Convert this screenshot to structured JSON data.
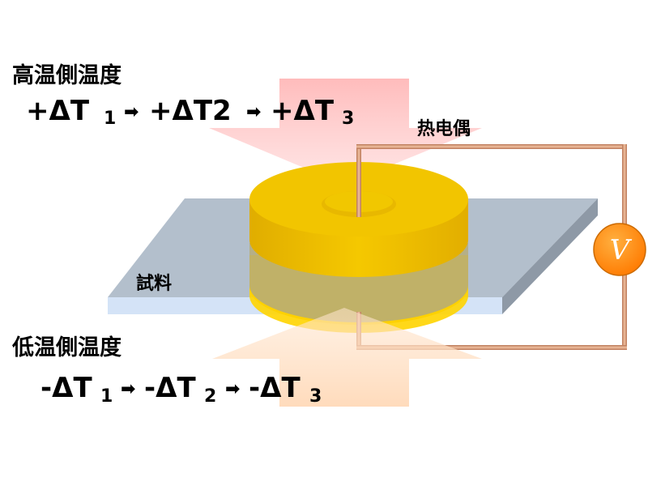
{
  "high_side": {
    "label": "高温側温度",
    "steps": [
      {
        "sign": "+",
        "delta": "ΔT",
        "index": "1"
      },
      {
        "sign": "+",
        "delta": "ΔT",
        "index": "2"
      },
      {
        "sign": "+",
        "delta": "ΔT",
        "index": "3"
      }
    ]
  },
  "low_side": {
    "label": "低温側温度",
    "steps": [
      {
        "sign": "-",
        "delta": "ΔT",
        "index": "1"
      },
      {
        "sign": "-",
        "delta": "ΔT",
        "index": "2"
      },
      {
        "sign": "-",
        "delta": "ΔT",
        "index": "3"
      }
    ]
  },
  "thermocouple_label": "热电偶",
  "sample_label": "試料",
  "voltmeter_symbol": "V",
  "arrow_glyph": "➡",
  "colors": {
    "hot_arrow": "#ffb3b3",
    "cold_arrow": "#ffd7b3",
    "block": "#f2c200",
    "block_dark": "#d9a800",
    "plate_top": "#b3bfcc",
    "plate_front": "#d2e2f7",
    "wire": "#c88a6a",
    "voltmeter": "#ff8a00"
  }
}
